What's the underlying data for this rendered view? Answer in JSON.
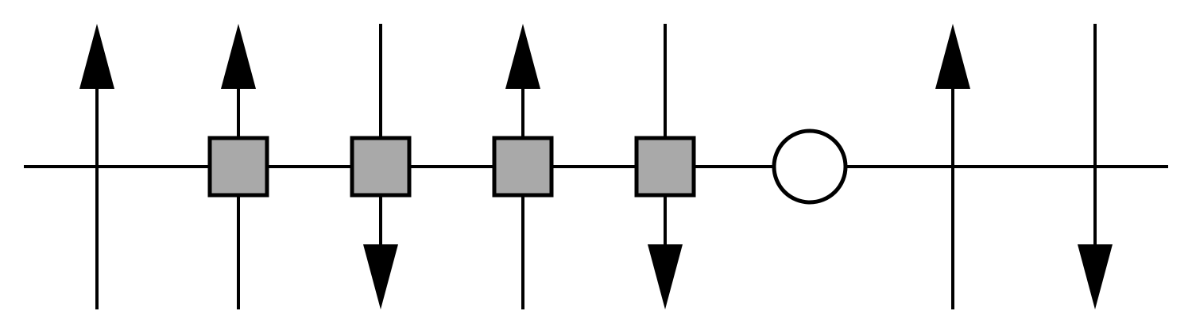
{
  "diagram": {
    "background": "#ffffff",
    "stroke_color": "#000000",
    "box_fill": "#a9a9a9",
    "circle_fill": "#ffffff",
    "horizontal_line": true,
    "elements": [
      {
        "kind": "vertical-line",
        "arrow": "up"
      },
      {
        "kind": "box",
        "arrow": "up"
      },
      {
        "kind": "box",
        "arrow": "down"
      },
      {
        "kind": "box",
        "arrow": "up"
      },
      {
        "kind": "box",
        "arrow": "down"
      },
      {
        "kind": "circle"
      },
      {
        "kind": "vertical-line",
        "arrow": "up"
      },
      {
        "kind": "vertical-line",
        "arrow": "down"
      }
    ]
  }
}
